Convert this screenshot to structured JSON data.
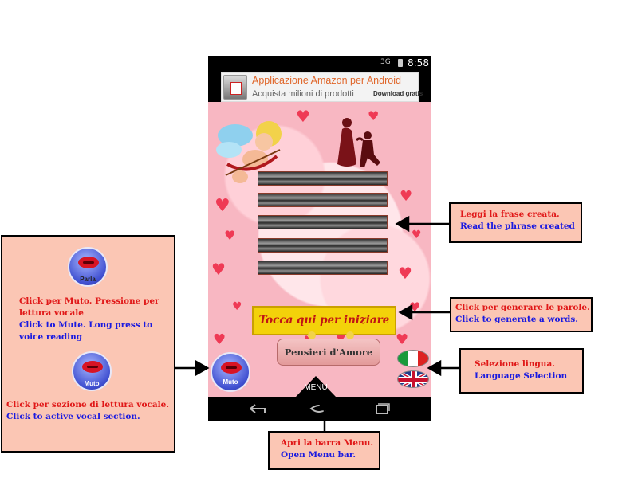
{
  "statusbar": {
    "signal": "3G",
    "time": "8:58"
  },
  "ad": {
    "title": "Applicazione Amazon per Android",
    "subtitle": "Acquista milioni di prodotti",
    "download": "Download gratis"
  },
  "app": {
    "start_button": "Tocca qui per iniziare",
    "banner": "Pensieri d'Amore",
    "voice_button_label": "Muto",
    "menu_label": "MENU"
  },
  "callouts": {
    "read_phrase": {
      "it": "Leggi la frase creata.",
      "en": "Read the phrase created"
    },
    "generate": {
      "it": "Click per generare le parole.",
      "en": "Click to generate a words."
    },
    "language": {
      "it": "Selezione lingua.",
      "en": "Language Selection"
    },
    "menu": {
      "it": "Apri la barra Menu.",
      "en": "Open Menu bar."
    },
    "left_panel": {
      "icon1_label": "Parla",
      "mute_it_1": "Click per Muto. Pressione per",
      "mute_it_2": "lettura vocale",
      "mute_en_1": "Click to Mute. Long press to",
      "mute_en_2": "voice reading",
      "icon2_label": "Muto",
      "vocal_it": "Click per sezione di lettura vocale.",
      "vocal_en": "Click to active vocal section."
    }
  },
  "colors": {
    "callout_bg": "#fbc6b4",
    "italian_text": "#e01818",
    "english_text": "#1a1ae0",
    "start_button_bg": "#f3d20a",
    "start_button_text": "#c11414"
  }
}
